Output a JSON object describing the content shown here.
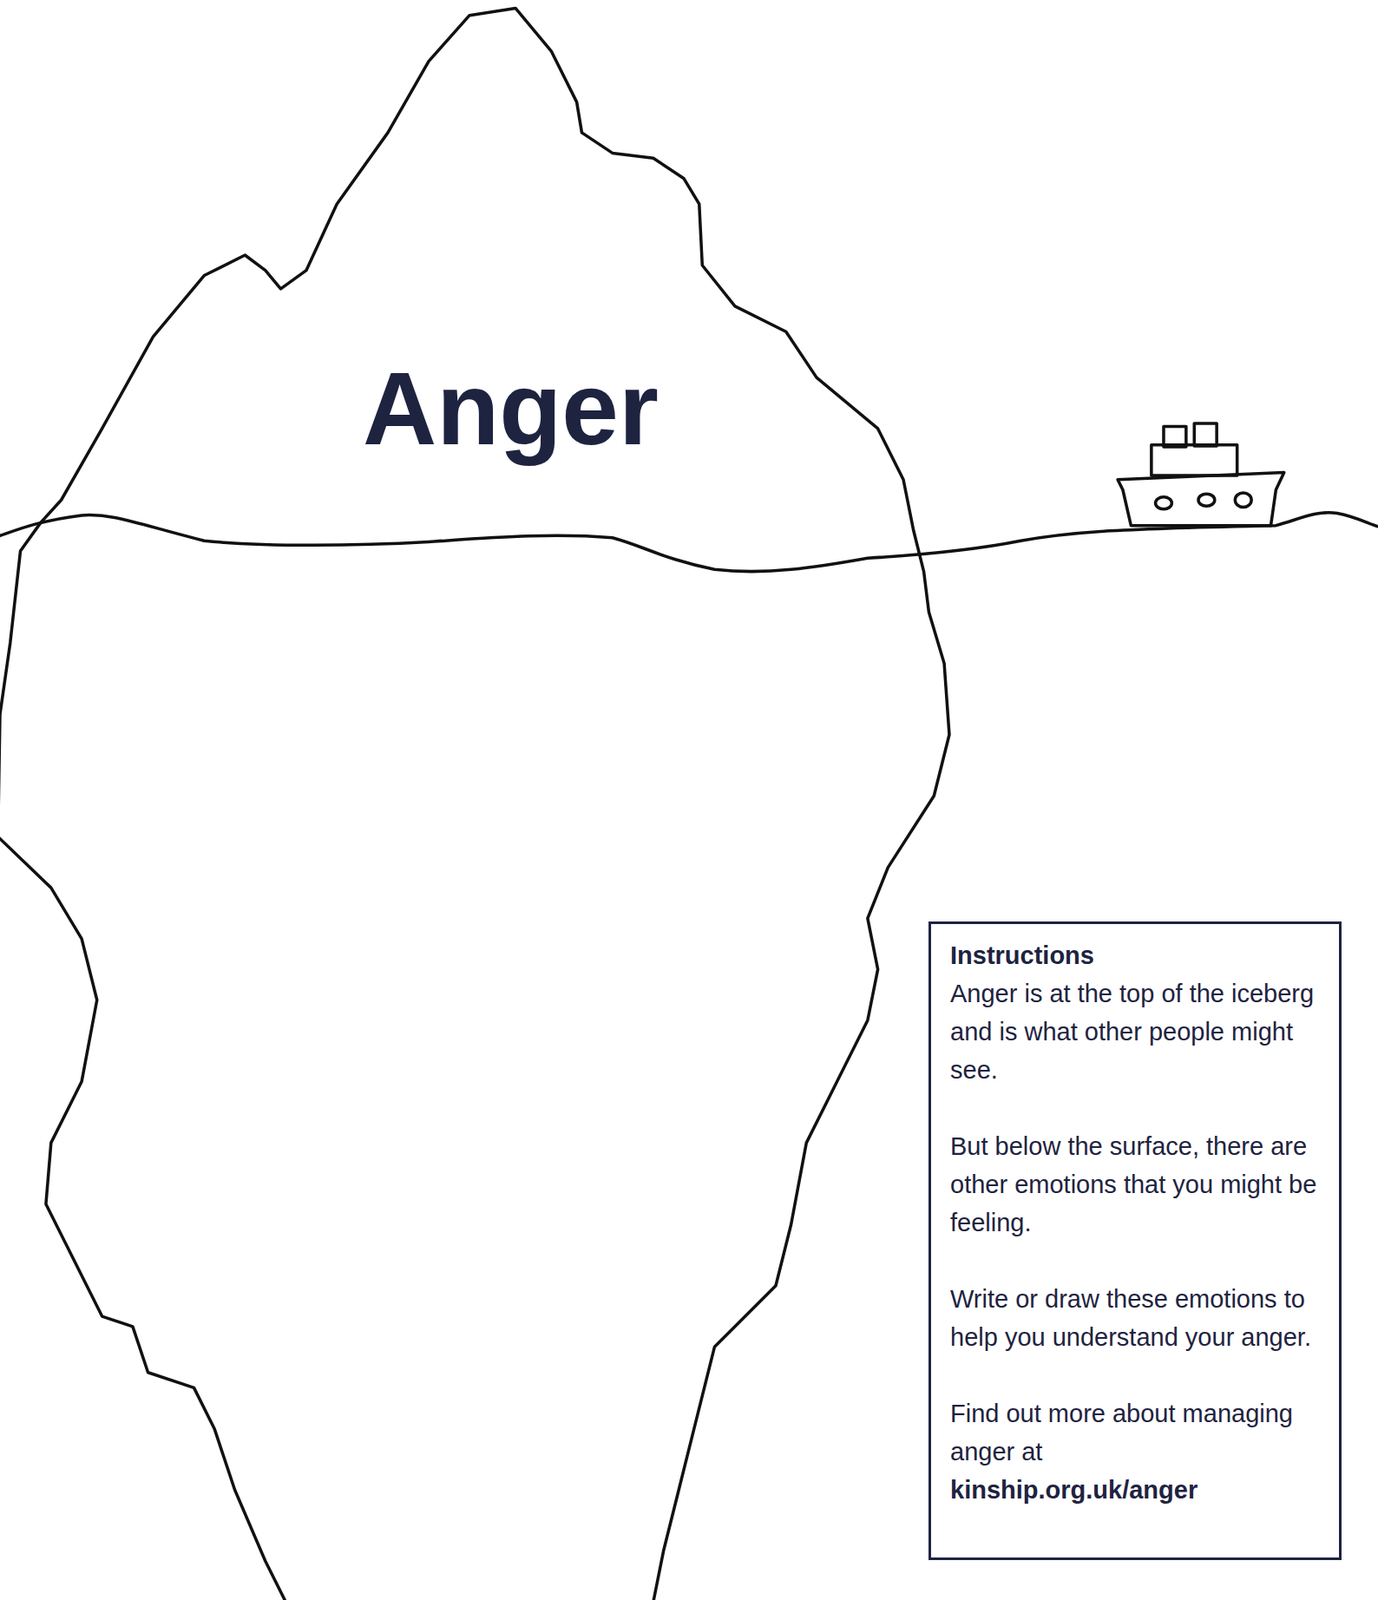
{
  "diagram": {
    "nodes": [
      {
        "text": [
          "Anger"
        ]
      },
      {
        "text": [
          "Instructions",
          "Anger is at the top of the iceberg and is what other people might see.",
          "But below the surface, there are other emotions that you might be feeling.",
          "Write or draw these emotions to help you understand your anger.",
          "Find out more about managing anger at",
          "kinship.org.uk/anger"
        ]
      }
    ]
  }
}
